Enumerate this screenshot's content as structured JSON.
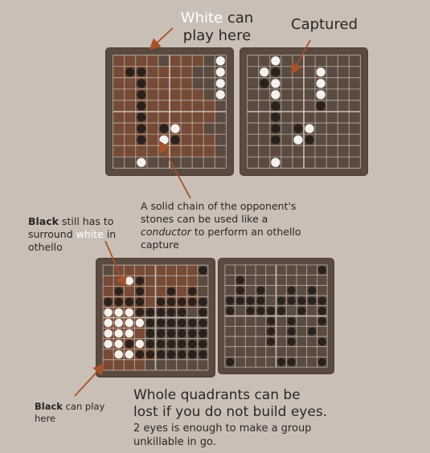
{
  "labels": {
    "white_can_play": {
      "white": "White",
      "rest1": " can",
      "rest2": "play here"
    },
    "captured": "Captured",
    "conductor": {
      "line1": "A solid chain of the opponent's",
      "line2": "stones can be used like a",
      "line3_italic": "conductor",
      "line3_rest": " to perform an othello",
      "line4": "capture"
    },
    "black_still": {
      "black": "Black",
      "rest1": " still has to",
      "line2_a": "surround ",
      "line2_white": "white",
      "line2_b": " in",
      "line3": "othello"
    },
    "black_can_play": {
      "black": "Black",
      "rest1": " can play",
      "line2": "here"
    },
    "quadrants": {
      "line1": "Whole quadrants can be",
      "line2": "lost if you do not build eyes.",
      "line3": "2 eyes is enough to make a group",
      "line4": "unkillable in go."
    }
  },
  "colors": {
    "background": "#c9bfb6",
    "board_frame": "#5a4a40",
    "grid_line": "#d8cfc6",
    "territory_red": "#7a4a35",
    "white_stone": "#f4f2ee",
    "black_stone": "#2a211d",
    "arrow": "#a5532a"
  },
  "boards": [
    {
      "name": "board-top-left",
      "territory": [
        [
          0,
          0
        ],
        [
          1,
          0
        ],
        [
          2,
          0
        ],
        [
          3,
          0
        ],
        [
          5,
          0
        ],
        [
          6,
          0
        ],
        [
          7,
          0
        ],
        [
          0,
          1
        ],
        [
          1,
          1
        ],
        [
          2,
          1
        ],
        [
          3,
          1
        ],
        [
          4,
          1
        ],
        [
          5,
          1
        ],
        [
          6,
          1
        ],
        [
          0,
          2
        ],
        [
          1,
          2
        ],
        [
          2,
          2
        ],
        [
          3,
          2
        ],
        [
          4,
          2
        ],
        [
          5,
          2
        ],
        [
          6,
          2
        ],
        [
          0,
          3
        ],
        [
          1,
          3
        ],
        [
          2,
          3
        ],
        [
          3,
          3
        ],
        [
          4,
          3
        ],
        [
          5,
          3
        ],
        [
          6,
          3
        ],
        [
          7,
          3
        ],
        [
          0,
          4
        ],
        [
          1,
          4
        ],
        [
          2,
          4
        ],
        [
          3,
          4
        ],
        [
          4,
          4
        ],
        [
          5,
          4
        ],
        [
          6,
          4
        ],
        [
          7,
          4
        ],
        [
          8,
          4
        ],
        [
          0,
          5
        ],
        [
          1,
          5
        ],
        [
          2,
          5
        ],
        [
          3,
          5
        ],
        [
          4,
          5
        ],
        [
          5,
          5
        ],
        [
          6,
          5
        ],
        [
          7,
          5
        ],
        [
          8,
          5
        ],
        [
          0,
          6
        ],
        [
          1,
          6
        ],
        [
          2,
          6
        ],
        [
          3,
          6
        ],
        [
          4,
          6
        ],
        [
          5,
          6
        ],
        [
          6,
          6
        ],
        [
          7,
          6
        ],
        [
          0,
          7
        ],
        [
          1,
          7
        ],
        [
          2,
          7
        ],
        [
          3,
          7
        ],
        [
          4,
          7
        ],
        [
          5,
          7
        ],
        [
          6,
          7
        ],
        [
          7,
          7
        ],
        [
          8,
          7
        ],
        [
          0,
          8
        ],
        [
          1,
          8
        ],
        [
          2,
          8
        ],
        [
          3,
          8
        ],
        [
          4,
          8
        ],
        [
          5,
          8
        ],
        [
          6,
          8
        ],
        [
          7,
          8
        ],
        [
          8,
          8
        ]
      ],
      "white": [
        [
          9,
          0
        ],
        [
          9,
          1
        ],
        [
          9,
          2
        ],
        [
          9,
          3
        ],
        [
          5,
          6
        ],
        [
          4,
          7
        ],
        [
          2,
          9
        ]
      ],
      "black": [
        [
          1,
          1
        ],
        [
          2,
          1
        ],
        [
          2,
          2
        ],
        [
          2,
          3
        ],
        [
          2,
          4
        ],
        [
          2,
          5
        ],
        [
          2,
          6
        ],
        [
          2,
          7
        ],
        [
          4,
          6
        ],
        [
          5,
          7
        ]
      ]
    },
    {
      "name": "board-top-right",
      "territory": [],
      "white": [
        [
          2,
          0
        ],
        [
          1,
          1
        ],
        [
          2,
          2
        ],
        [
          2,
          3
        ],
        [
          5,
          6
        ],
        [
          4,
          7
        ],
        [
          2,
          9
        ],
        [
          6,
          1
        ],
        [
          6,
          2
        ],
        [
          6,
          3
        ]
      ],
      "black": [
        [
          2,
          1
        ],
        [
          1,
          2
        ],
        [
          2,
          4
        ],
        [
          2,
          5
        ],
        [
          2,
          6
        ],
        [
          2,
          7
        ],
        [
          4,
          6
        ],
        [
          5,
          7
        ],
        [
          6,
          4
        ]
      ]
    },
    {
      "name": "board-bottom-left",
      "territory": [
        [
          1,
          0
        ],
        [
          2,
          0
        ],
        [
          3,
          0
        ],
        [
          4,
          0
        ],
        [
          5,
          0
        ],
        [
          6,
          0
        ],
        [
          7,
          0
        ],
        [
          8,
          0
        ],
        [
          0,
          1
        ],
        [
          1,
          1
        ],
        [
          2,
          1
        ],
        [
          3,
          1
        ],
        [
          4,
          1
        ],
        [
          5,
          1
        ],
        [
          6,
          1
        ],
        [
          7,
          1
        ],
        [
          8,
          1
        ],
        [
          0,
          2
        ],
        [
          1,
          2
        ],
        [
          2,
          2
        ],
        [
          3,
          2
        ],
        [
          4,
          2
        ],
        [
          5,
          2
        ],
        [
          6,
          2
        ],
        [
          7,
          2
        ],
        [
          8,
          2
        ],
        [
          0,
          3
        ],
        [
          1,
          3
        ],
        [
          2,
          3
        ],
        [
          3,
          3
        ],
        [
          4,
          3
        ],
        [
          5,
          3
        ],
        [
          6,
          3
        ],
        [
          7,
          3
        ],
        [
          8,
          3
        ],
        [
          0,
          4
        ],
        [
          1,
          4
        ],
        [
          2,
          4
        ],
        [
          3,
          4
        ],
        [
          0,
          5
        ],
        [
          1,
          5
        ],
        [
          2,
          5
        ],
        [
          3,
          5
        ],
        [
          0,
          6
        ],
        [
          1,
          6
        ],
        [
          2,
          6
        ],
        [
          3,
          6
        ],
        [
          0,
          7
        ],
        [
          1,
          7
        ],
        [
          2,
          7
        ],
        [
          3,
          7
        ],
        [
          0,
          8
        ],
        [
          1,
          8
        ],
        [
          2,
          8
        ],
        [
          3,
          8
        ],
        [
          4,
          8
        ],
        [
          0,
          9
        ],
        [
          1,
          9
        ],
        [
          2,
          9
        ],
        [
          3,
          9
        ]
      ],
      "white": [
        [
          2,
          1
        ],
        [
          0,
          4
        ],
        [
          1,
          4
        ],
        [
          2,
          4
        ],
        [
          0,
          5
        ],
        [
          1,
          5
        ],
        [
          2,
          5
        ],
        [
          3,
          5
        ],
        [
          0,
          6
        ],
        [
          1,
          6
        ],
        [
          2,
          6
        ],
        [
          0,
          7
        ],
        [
          1,
          7
        ],
        [
          3,
          7
        ],
        [
          1,
          8
        ],
        [
          2,
          8
        ]
      ],
      "black": [
        [
          9,
          0
        ],
        [
          3,
          1
        ],
        [
          1,
          2
        ],
        [
          3,
          2
        ],
        [
          6,
          2
        ],
        [
          8,
          2
        ],
        [
          0,
          3
        ],
        [
          1,
          3
        ],
        [
          2,
          3
        ],
        [
          3,
          3
        ],
        [
          5,
          3
        ],
        [
          6,
          3
        ],
        [
          7,
          3
        ],
        [
          8,
          3
        ],
        [
          9,
          3
        ],
        [
          3,
          4
        ],
        [
          4,
          4
        ],
        [
          5,
          4
        ],
        [
          6,
          4
        ],
        [
          7,
          4
        ],
        [
          9,
          4
        ],
        [
          4,
          5
        ],
        [
          5,
          5
        ],
        [
          6,
          5
        ],
        [
          7,
          5
        ],
        [
          8,
          5
        ],
        [
          9,
          5
        ],
        [
          4,
          6
        ],
        [
          5,
          6
        ],
        [
          6,
          6
        ],
        [
          7,
          6
        ],
        [
          8,
          6
        ],
        [
          9,
          6
        ],
        [
          2,
          7
        ],
        [
          4,
          7
        ],
        [
          5,
          7
        ],
        [
          6,
          7
        ],
        [
          7,
          7
        ],
        [
          8,
          7
        ],
        [
          9,
          7
        ],
        [
          3,
          8
        ],
        [
          4,
          8
        ],
        [
          5,
          8
        ],
        [
          6,
          8
        ],
        [
          7,
          8
        ],
        [
          8,
          8
        ],
        [
          9,
          8
        ]
      ]
    },
    {
      "name": "board-bottom-right",
      "territory": [],
      "white": [],
      "black": [
        [
          9,
          0
        ],
        [
          1,
          1
        ],
        [
          1,
          2
        ],
        [
          3,
          2
        ],
        [
          6,
          2
        ],
        [
          8,
          2
        ],
        [
          0,
          3
        ],
        [
          1,
          3
        ],
        [
          2,
          3
        ],
        [
          3,
          3
        ],
        [
          5,
          3
        ],
        [
          6,
          3
        ],
        [
          7,
          3
        ],
        [
          8,
          3
        ],
        [
          9,
          3
        ],
        [
          0,
          4
        ],
        [
          2,
          4
        ],
        [
          3,
          4
        ],
        [
          4,
          4
        ],
        [
          5,
          4
        ],
        [
          7,
          4
        ],
        [
          9,
          4
        ],
        [
          4,
          5
        ],
        [
          6,
          5
        ],
        [
          9,
          5
        ],
        [
          4,
          6
        ],
        [
          6,
          6
        ],
        [
          8,
          6
        ],
        [
          4,
          7
        ],
        [
          6,
          7
        ],
        [
          9,
          7
        ],
        [
          0,
          9
        ],
        [
          5,
          9
        ],
        [
          6,
          9
        ],
        [
          9,
          9
        ]
      ]
    }
  ]
}
